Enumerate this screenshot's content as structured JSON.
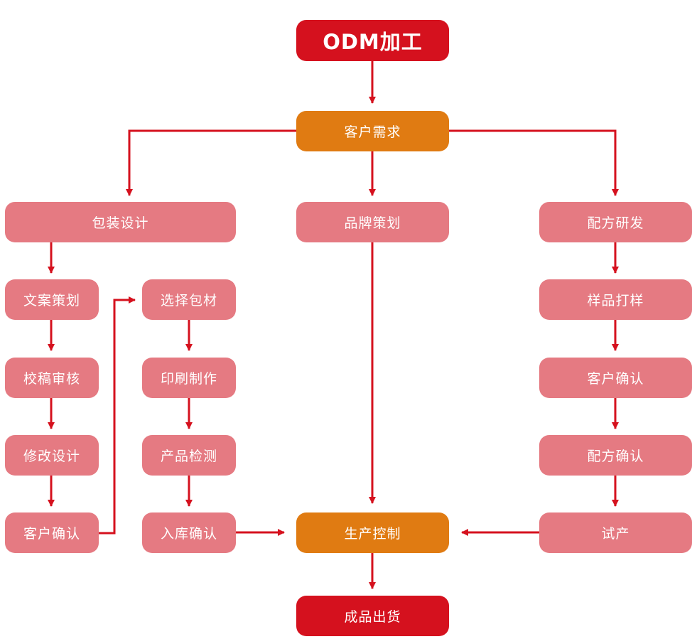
{
  "title": "ODM加工",
  "nodes": {
    "customer_demand": "客户需求",
    "packaging_design": "包装设计",
    "brand_planning": "品牌策划",
    "formula_rd": "配方研发",
    "copy_planning": "文案策划",
    "proof_review": "校稿审核",
    "revise_design": "修改设计",
    "customer_confirm_left": "客户确认",
    "select_packaging": "选择包材",
    "printing": "印刷制作",
    "product_inspection": "产品检测",
    "storage_confirm": "入库确认",
    "sample_making": "样品打样",
    "customer_confirm_right": "客户确认",
    "formula_confirm": "配方确认",
    "trial_production": "试产",
    "production_control": "生产控制",
    "finished_delivery": "成品出货"
  },
  "colors": {
    "primary_red": "#d5111e",
    "orange": "#e07b12",
    "pink": "#e57a82",
    "arrow": "#d5111e"
  }
}
